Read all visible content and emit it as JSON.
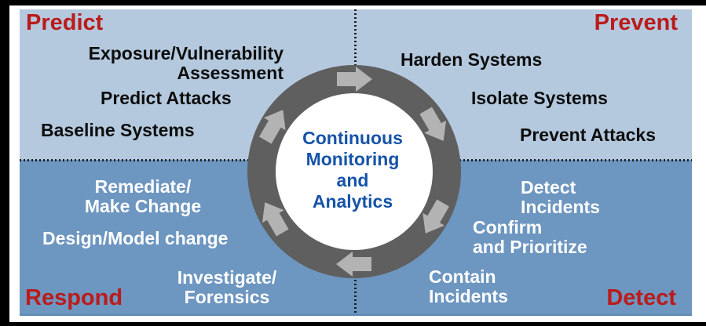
{
  "diagram": {
    "type": "cycle-quadrant-diagram",
    "quadrants": {
      "predict": {
        "title": "Predict",
        "items": [
          {
            "lines": [
              "Exposure/Vulnerability",
              "Assessment"
            ]
          },
          {
            "lines": [
              "Predict Attacks"
            ]
          },
          {
            "lines": [
              "Baseline Systems"
            ]
          }
        ]
      },
      "prevent": {
        "title": "Prevent",
        "items": [
          {
            "lines": [
              "Harden Systems"
            ]
          },
          {
            "lines": [
              "Isolate Systems"
            ]
          },
          {
            "lines": [
              "Prevent Attacks"
            ]
          }
        ]
      },
      "respond": {
        "title": "Respond",
        "items": [
          {
            "lines": [
              "Remediate/",
              "Make Change"
            ]
          },
          {
            "lines": [
              "Design/Model change"
            ]
          },
          {
            "lines": [
              "Investigate/",
              "Forensics"
            ]
          }
        ]
      },
      "detect": {
        "title": "Detect",
        "items": [
          {
            "lines": [
              "Detect",
              "Incidents"
            ]
          },
          {
            "lines": [
              "Confirm",
              "and Prioritize"
            ]
          },
          {
            "lines": [
              "Contain",
              "Incidents"
            ]
          }
        ]
      }
    },
    "center": {
      "lines": [
        "Continuous",
        "Monitoring",
        "and",
        "Analytics"
      ]
    },
    "cycle": {
      "arrow_count": 6,
      "direction": "clockwise"
    },
    "colors": {
      "quadrant_light_blue": "#b4c9de",
      "quadrant_dark_blue": "#6d96c0",
      "ring_gray": "#5f5f5f",
      "arrow_gray": "#b3b3b3",
      "title_red": "#bb1b1b",
      "center_text_blue": "#1553a8",
      "item_text_black": "#0d0d0d",
      "item_text_white": "#ffffff",
      "divider_black": "#1f1f1f"
    }
  }
}
